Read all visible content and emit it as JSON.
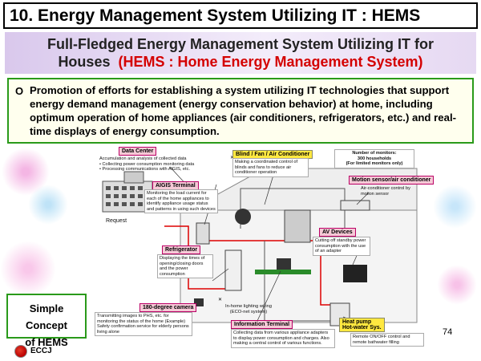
{
  "title": "10. Energy Management System Utilizing IT : HEMS",
  "subtitle": {
    "line1": "Full-Fledged Energy Management System Utilizing IT for",
    "line2_prefix": "Houses  ",
    "line2_highlight": "(HEMS : Home Energy Management System)"
  },
  "description": {
    "bullet": "O",
    "text": "Promotion of efforts for establishing a system utilizing IT technologies that support energy demand management (energy conservation behavior) at home, including optimum operation of home appliances (air conditioners, refrigerators, etc.) and real-time displays of energy consumption."
  },
  "diagram": {
    "data_center": {
      "label": "Data Center",
      "note": "Accumulation and analysis of collected data\n• Collecting power consumption monitoring data\n• Processing communications with AIGIS, etc."
    },
    "blind": {
      "label": "Blind / Fan / Air Conditioner",
      "note": "Making a coordinated control of blinds and fans to reduce air conditioner operation"
    },
    "monitors": {
      "note": "Number of monitors:\n300 households\n(For limited monitors only)"
    },
    "motion_sensor": {
      "label": "Motion sensor/air conditioner",
      "note": "Air-conditioner control by motion sensor"
    },
    "aigis": {
      "label": "AIGIS Terminal",
      "note": "Monitoring the load current for each of the home appliances to identify appliance usage status and patterns in using such devices"
    },
    "request": {
      "text": "Request"
    },
    "av_devices": {
      "label": "AV Devices",
      "note": "Cutting off standby power consumption with the use of an adapter"
    },
    "refrigerator": {
      "label": "Refrigerator",
      "note": "Displaying the times of opening/closing doors and the power consumption"
    },
    "camera": {
      "label": "180-degree camera",
      "note": "Transmitting images to PHS, etc. for monitoring the status of the home (Example) Safety confirmation service for elderly persons living alone"
    },
    "wiring": {
      "text": "In-home lighting wiring\n(ECO-net system)"
    },
    "info_terminal": {
      "label": "Information Terminal",
      "note": "Collecting data from various appliance adapters to display power consumption and charges. Also making a central control of various functions."
    },
    "heat_pump": {
      "label": "Heat pump\nHot-water Sys.",
      "note": "Remote ON/OFF control and remote bathwater filling"
    }
  },
  "concept": {
    "line1": "Simple Concept",
    "line2": "of HEMS"
  },
  "page_number": "74",
  "logo_text": "ECCJ",
  "colors": {
    "green_border": "#2a9a1a",
    "highlight_red": "#d40000",
    "label_pink": "#f5c9d6",
    "label_yellow": "#ffe840"
  }
}
